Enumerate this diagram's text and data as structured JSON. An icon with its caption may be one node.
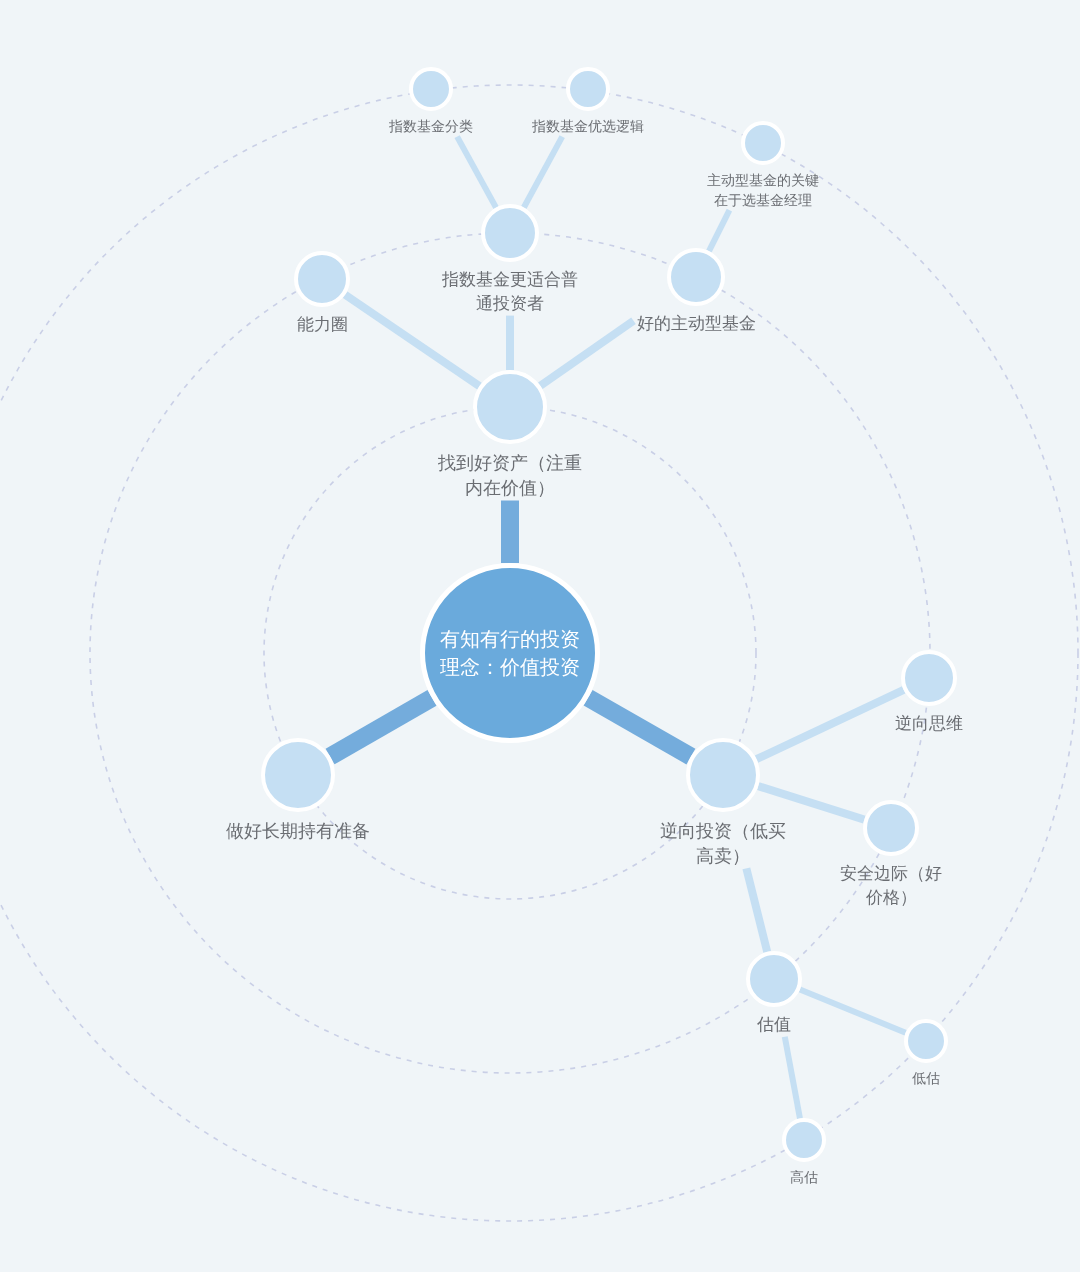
{
  "diagram": {
    "nodes": [
      {
        "text": [
          "有知有行的投资理念：价值投资"
        ]
      },
      {
        "text": [
          "找到好资产（注重内在价值）"
        ]
      },
      {
        "text": [
          "能力圈"
        ]
      },
      {
        "text": [
          "指数基金更适合普通投资者"
        ]
      },
      {
        "text": [
          "指数基金分类"
        ]
      },
      {
        "text": [
          "指数基金优选逻辑"
        ]
      },
      {
        "text": [
          "好的主动型基金"
        ]
      },
      {
        "text": [
          "主动型基金的关键在于选基金经理"
        ]
      },
      {
        "text": [
          "做好长期持有准备"
        ]
      },
      {
        "text": [
          "逆向投资（低买高卖）"
        ]
      },
      {
        "text": [
          "逆向思维"
        ]
      },
      {
        "text": [
          "安全边际（好价格）"
        ]
      },
      {
        "text": [
          "估值"
        ]
      },
      {
        "text": [
          "低估"
        ]
      },
      {
        "text": [
          "高估"
        ]
      }
    ],
    "edges": [
      {
        "from": 0,
        "to": 1,
        "arrow": "none",
        "style": "thick",
        "color": "#74acdc"
      },
      {
        "from": 0,
        "to": 8,
        "arrow": "none",
        "style": "thick",
        "color": "#74acdc"
      },
      {
        "from": 0,
        "to": 9,
        "arrow": "none",
        "style": "thick",
        "color": "#74acdc"
      },
      {
        "from": 1,
        "to": 2,
        "arrow": "none"
      },
      {
        "from": 1,
        "to": 3,
        "arrow": "none"
      },
      {
        "from": 1,
        "to": 6,
        "arrow": "none"
      },
      {
        "from": 3,
        "to": 4,
        "arrow": "none"
      },
      {
        "from": 3,
        "to": 5,
        "arrow": "none"
      },
      {
        "from": 6,
        "to": 7,
        "arrow": "none"
      },
      {
        "from": 9,
        "to": 10,
        "arrow": "none"
      },
      {
        "from": 9,
        "to": 11,
        "arrow": "none"
      },
      {
        "from": 9,
        "to": 12,
        "arrow": "none"
      },
      {
        "from": 12,
        "to": 13,
        "arrow": "none"
      },
      {
        "from": 12,
        "to": 14,
        "arrow": "none"
      }
    ]
  }
}
